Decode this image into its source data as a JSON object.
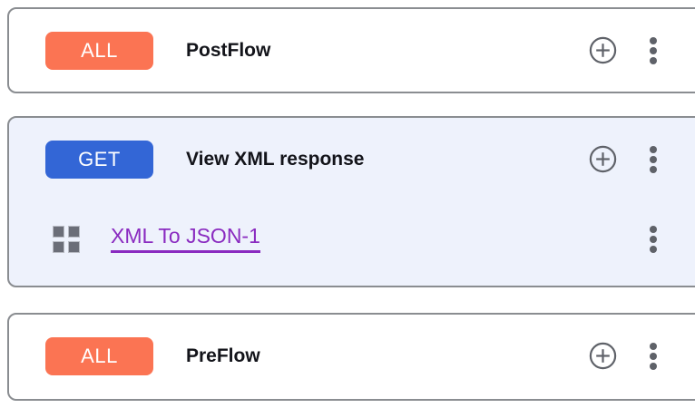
{
  "flows": [
    {
      "id": "postflow",
      "method": "ALL",
      "method_color": "#fb7453",
      "title": "PostFlow",
      "selected": false,
      "add_icon": "plus-circle-icon",
      "menu_icon": "kebab-menu-icon",
      "steps": []
    },
    {
      "id": "view-xml-response",
      "method": "GET",
      "method_color": "#3366d6",
      "title": "View XML response",
      "selected": true,
      "add_icon": "plus-circle-icon",
      "menu_icon": "kebab-menu-icon",
      "steps": [
        {
          "id": "xml-to-json-1",
          "label": "XML To JSON-1",
          "link_color": "#8a2bc0",
          "icon": "policy-grid-icon",
          "menu_icon": "kebab-menu-icon"
        }
      ]
    },
    {
      "id": "preflow",
      "method": "ALL",
      "method_color": "#fb7453",
      "title": "PreFlow",
      "selected": false,
      "add_icon": "plus-circle-icon",
      "menu_icon": "kebab-menu-icon",
      "steps": []
    }
  ],
  "theme": {
    "card_border": "#8a8d91",
    "card_background": "#ffffff",
    "selected_background": "#eef2fc",
    "icon_gray": "#5f6269",
    "title_color": "#13141a"
  }
}
